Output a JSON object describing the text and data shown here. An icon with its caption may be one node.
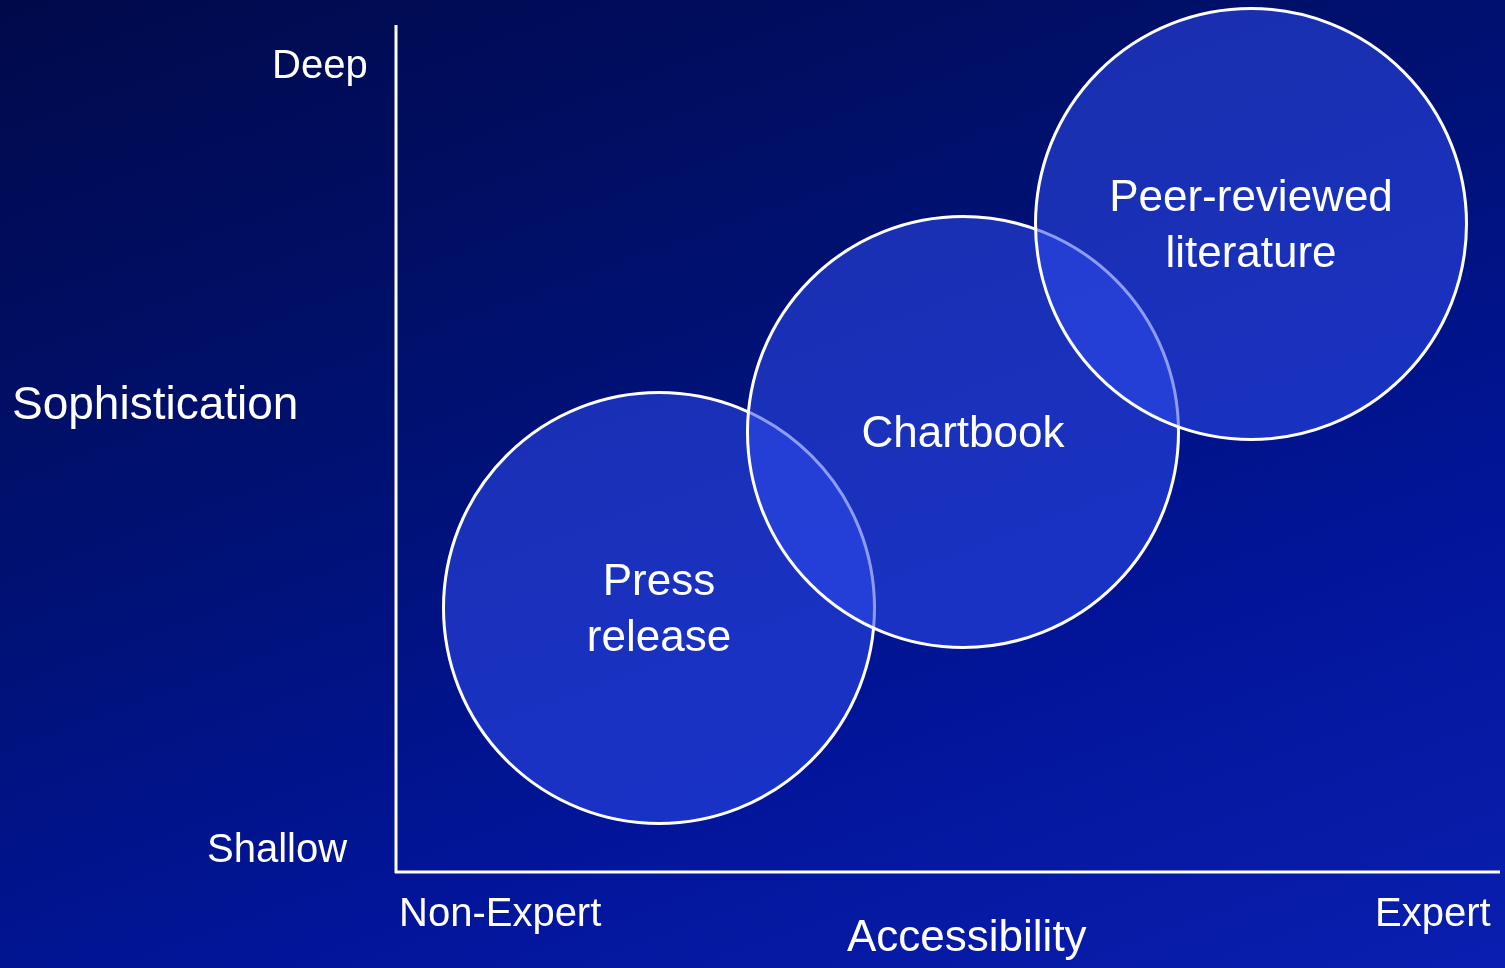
{
  "diagram": {
    "nodes": [
      {
        "text": [
          "Press release"
        ]
      },
      {
        "text": [
          "Chartbook"
        ]
      },
      {
        "text": [
          "Peer-reviewed literature"
        ]
      }
    ],
    "labels": [
      "Deep",
      "Sophistication",
      "Shallow",
      "Non-Expert",
      "Expert",
      "Accessibility"
    ]
  }
}
